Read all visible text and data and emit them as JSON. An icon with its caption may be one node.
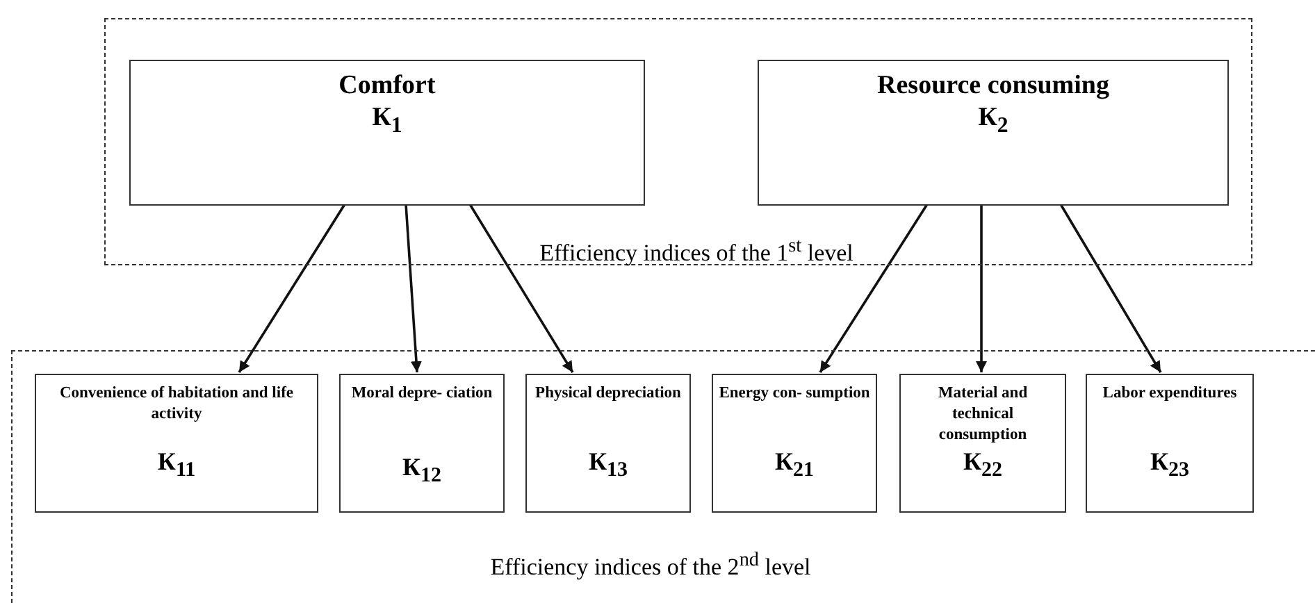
{
  "diagram": {
    "nodes": [
      {
        "text": [
          "Efficiency indices of the 1$^{st}$ level"
        ]
      },
      {
        "text": [
          "Comfort",
          "К$_{1}$"
        ],
        "in": 0
      },
      {
        "text": [
          "Resource consuming",
          "К$_{2}$"
        ],
        "in": 0
      },
      {
        "text": [
          "Efficiency indices of the 2$^{nd}$ level"
        ]
      },
      {
        "text": [
          "Convenience of habitation and life activity",
          "К$_{11}$"
        ],
        "in": 3
      },
      {
        "text": [
          "Moral depre- ciation",
          "К$_{12}$"
        ],
        "in": 3
      },
      {
        "text": [
          "Physical depreciation",
          "К$_{13}$"
        ],
        "in": 3
      },
      {
        "text": [
          "Energy con- sumption",
          "К$_{21}$"
        ],
        "in": 3
      },
      {
        "text": [
          "Material and technical consumption",
          "К$_{22}$"
        ],
        "in": 3
      },
      {
        "text": [
          "Labor expenditures",
          "К$_{23}$"
        ],
        "in": 3
      }
    ],
    "edges": [
      {
        "from": 1,
        "to": 4,
        "arrow": "to"
      },
      {
        "from": 1,
        "to": 5,
        "arrow": "to"
      },
      {
        "from": 1,
        "to": 6,
        "arrow": "to"
      },
      {
        "from": 2,
        "to": 7,
        "arrow": "to"
      },
      {
        "from": 2,
        "to": 8,
        "arrow": "to"
      },
      {
        "from": 2,
        "to": 9,
        "arrow": "to"
      }
    ]
  }
}
